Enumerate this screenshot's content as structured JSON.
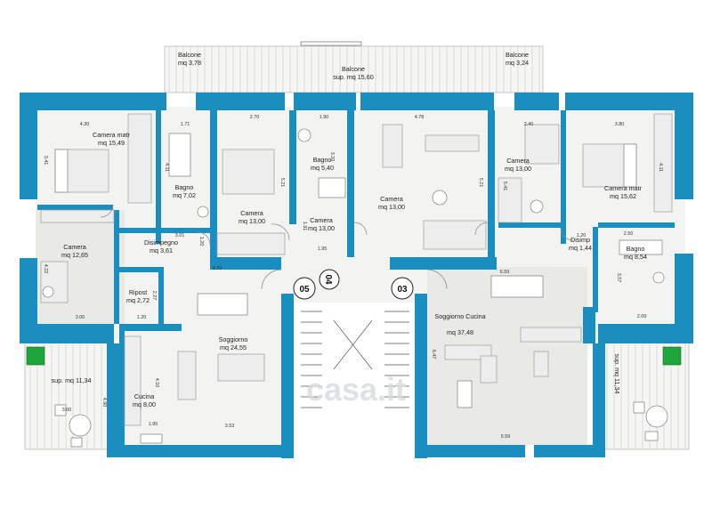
{
  "rooms": [
    {
      "id": "camera-matr-05",
      "name": "Camera matr",
      "area": "mq 15,49"
    },
    {
      "id": "bagno-05",
      "name": "Bagno",
      "area": "mq 7,02"
    },
    {
      "id": "camera-05-center",
      "name": "Camera",
      "area": "mq 13,00"
    },
    {
      "id": "bagno-04",
      "name": "Bagno",
      "area": "mq 5,40"
    },
    {
      "id": "camera-04-small",
      "name": "Camera",
      "area": "mq 13,00"
    },
    {
      "id": "camera-04-large",
      "name": "Camera",
      "area": "mq 13,00"
    },
    {
      "id": "camera-03",
      "name": "Camera",
      "area": "mq 13,00"
    },
    {
      "id": "camera-matr-03",
      "name": "Camera matr",
      "area": "mq 15,62"
    },
    {
      "id": "camera-05-left",
      "name": "Camera",
      "area": "mq 12,65"
    },
    {
      "id": "disimpegno-05",
      "name": "Disimpegno",
      "area": "mq 3,61"
    },
    {
      "id": "disimp-03",
      "name": "Disimp",
      "area": "mq 1,44"
    },
    {
      "id": "bagno-03",
      "name": "Bagno",
      "area": "mq 8,54"
    },
    {
      "id": "ripost-05",
      "name": "Ripost",
      "area": "mq 2,72"
    },
    {
      "id": "soggiorno-05",
      "name": "Soggiorno",
      "area": "mq 24,55"
    },
    {
      "id": "cucina-05",
      "name": "Cucina",
      "area": "mq 8,00"
    },
    {
      "id": "soggiorno-cucina-03",
      "name": "Soggiorno\nCucina",
      "area": "mq 37,48"
    }
  ],
  "balconies": [
    {
      "id": "balcone-left",
      "name": "Balcone",
      "area": "mq 3,78"
    },
    {
      "id": "balcone-center",
      "name": "Balcone",
      "area": "sup. mq 15,60"
    },
    {
      "id": "balcone-right",
      "name": "Balcone",
      "area": "mq 3,24"
    },
    {
      "id": "terrace-left",
      "area": "sup. mq 11,34"
    },
    {
      "id": "terrace-right",
      "area": "sup. mq 11,34"
    }
  ],
  "units": [
    "05",
    "04",
    "03"
  ],
  "dimensions": {
    "d_430": "4.30",
    "d_171": "1.71",
    "d_270": "2.70",
    "d_190": "1.90",
    "d_478": "4.78",
    "d_240": "2.40",
    "d_380": "3.80",
    "d_341": "3.41",
    "d_411a": "4.11",
    "d_521a": "5.21",
    "d_320": "3.20",
    "d_521b": "5.21",
    "d_541": "5.41",
    "d_411b": "4.11",
    "d_301": "3.01",
    "d_191": "1.91",
    "d_195a": "1.95",
    "d_120a": "1.20",
    "d_120b": "1.20",
    "d_250": "2.50",
    "d_422": "4.22",
    "d_429": "4.29",
    "d_659": "6.59",
    "d_227": "2.27",
    "d_357": "3.57",
    "d_300a": "3.00",
    "d_120c": "1.20",
    "d_209": "2.09",
    "d_410": "4.10",
    "d_647": "6.47",
    "d_195b": "1.95",
    "d_353": "3.53",
    "d_559": "5.59",
    "d_300b": "3.00",
    "d_490": "4.90"
  },
  "watermark": "casa.it",
  "colors": {
    "wall": "#1a8fbf",
    "plant": "#1ea63c"
  }
}
